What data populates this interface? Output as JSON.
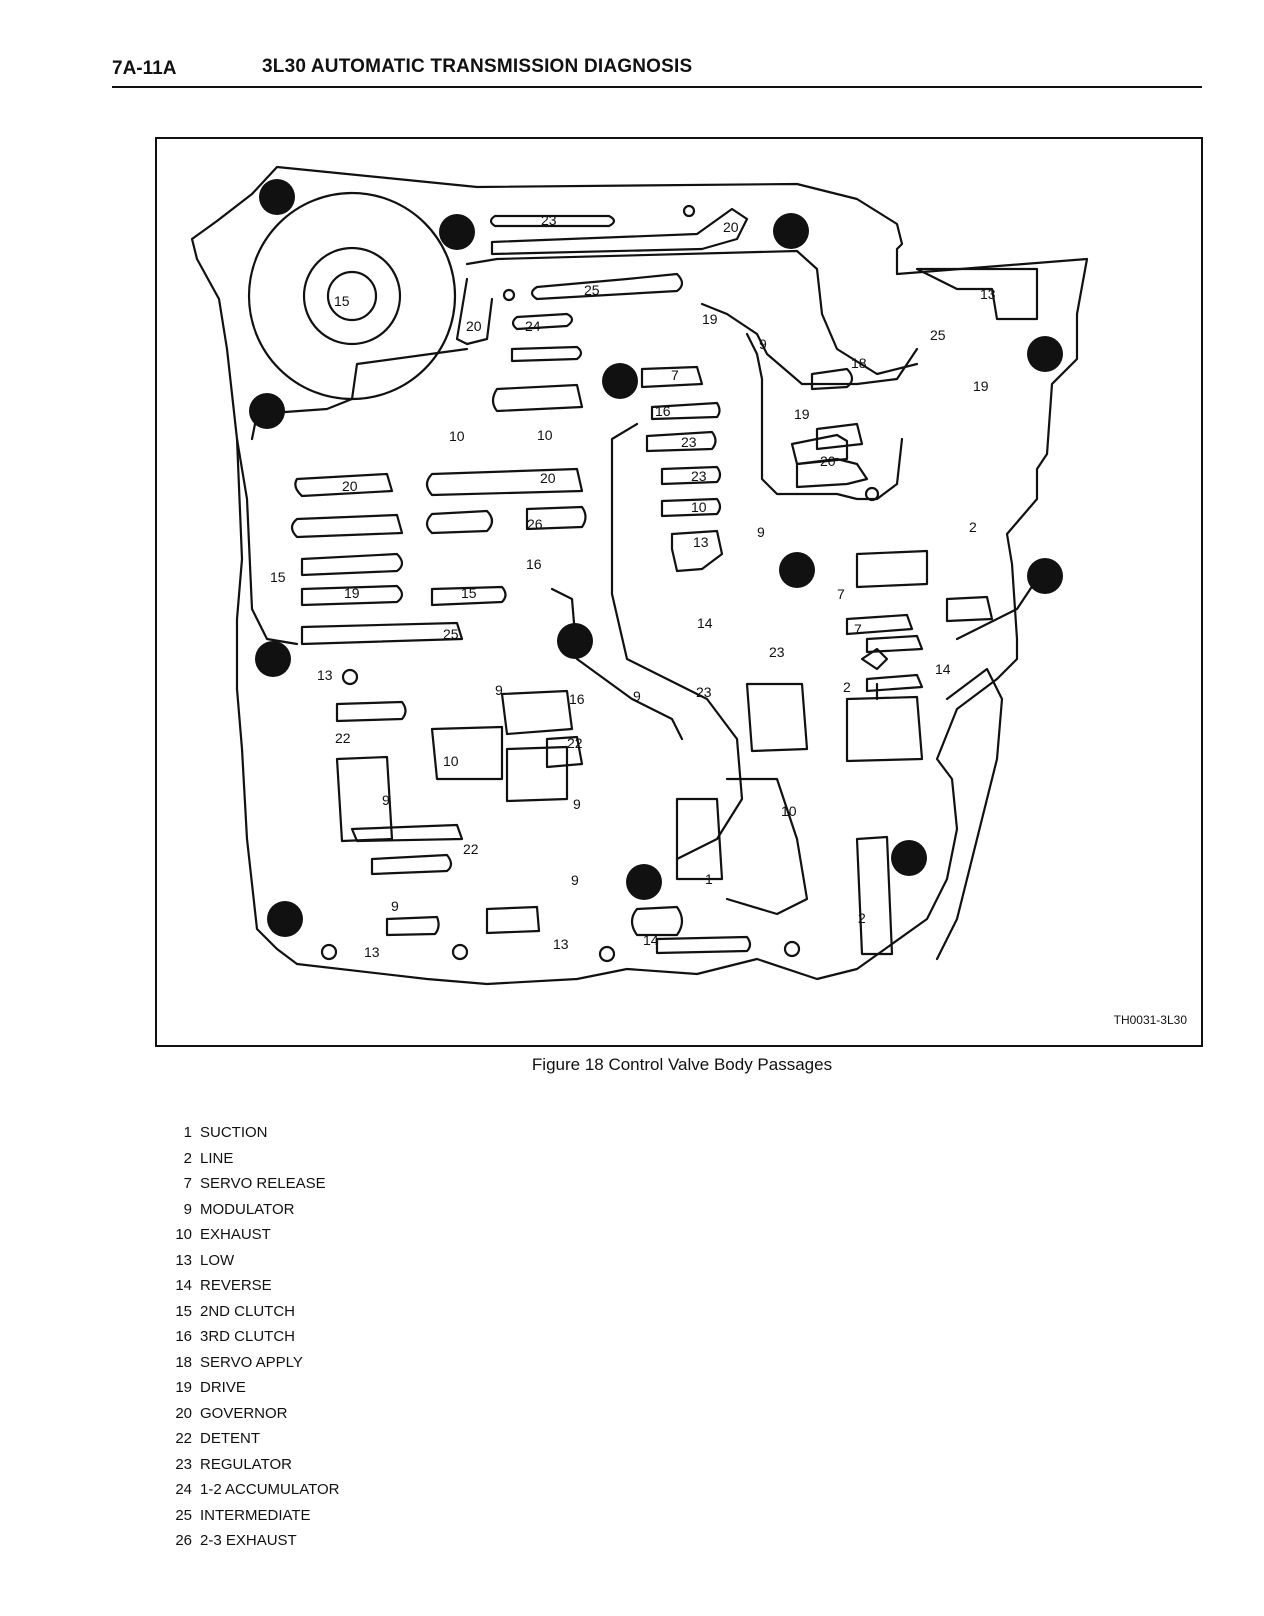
{
  "header": {
    "page_code": "7A-11A",
    "title": "3L30 AUTOMATIC TRANSMISSION DIAGNOSIS"
  },
  "figure": {
    "caption": "Figure 18 Control Valve Body Passages",
    "ref_code": "TH0031-3L30",
    "passage_labels": [
      "23",
      "20",
      "13",
      "25",
      "15",
      "20",
      "24",
      "19",
      "9",
      "18",
      "25",
      "19",
      "7",
      "16",
      "19",
      "10",
      "10",
      "23",
      "20",
      "20",
      "20",
      "23",
      "10",
      "26",
      "9",
      "2",
      "13",
      "16",
      "15",
      "19",
      "15",
      "14",
      "7",
      "25",
      "7",
      "23",
      "14",
      "13",
      "9",
      "16",
      "9",
      "23",
      "2",
      "22",
      "10",
      "22",
      "9",
      "9",
      "10",
      "22",
      "1",
      "9",
      "9",
      "2",
      "13",
      "13",
      "14"
    ]
  },
  "legend": [
    {
      "num": "1",
      "label": "SUCTION"
    },
    {
      "num": "2",
      "label": "LINE"
    },
    {
      "num": "7",
      "label": "SERVO RELEASE"
    },
    {
      "num": "9",
      "label": "MODULATOR"
    },
    {
      "num": "10",
      "label": "EXHAUST"
    },
    {
      "num": "13",
      "label": "LOW"
    },
    {
      "num": "14",
      "label": "REVERSE"
    },
    {
      "num": "15",
      "label": "2ND CLUTCH"
    },
    {
      "num": "16",
      "label": "3RD CLUTCH"
    },
    {
      "num": "18",
      "label": "SERVO APPLY"
    },
    {
      "num": "19",
      "label": "DRIVE"
    },
    {
      "num": "20",
      "label": "GOVERNOR"
    },
    {
      "num": "22",
      "label": "DETENT"
    },
    {
      "num": "23",
      "label": "REGULATOR"
    },
    {
      "num": "24",
      "label": "1-2 ACCUMULATOR"
    },
    {
      "num": "25",
      "label": "INTERMEDIATE"
    },
    {
      "num": "26",
      "label": "2-3 EXHAUST"
    }
  ]
}
